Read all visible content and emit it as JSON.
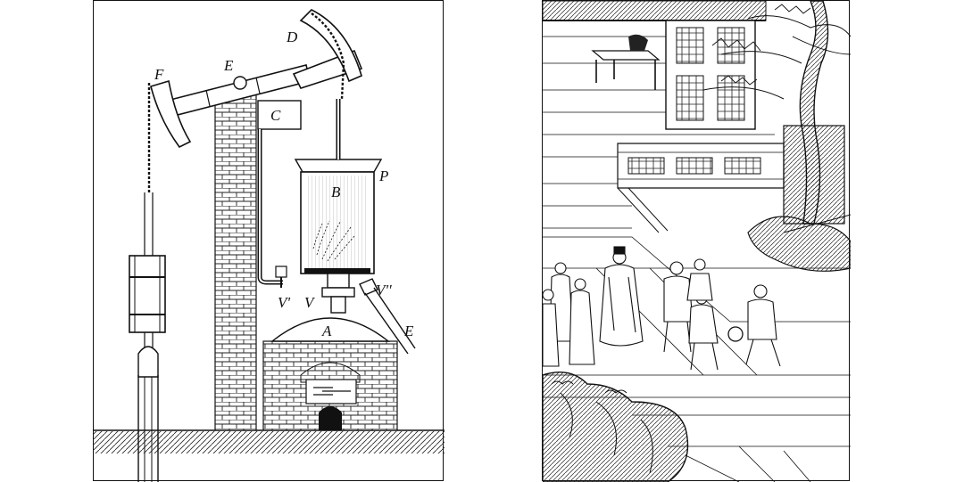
{
  "left_figure": {
    "labels": {
      "a": "A",
      "b": "B",
      "c": "C",
      "d": "D",
      "e_beam": "E",
      "e_pipe": "E",
      "f": "F",
      "p": "P",
      "v": "V",
      "v1": "V'",
      "v2": "V''"
    }
  },
  "right_figure": {}
}
